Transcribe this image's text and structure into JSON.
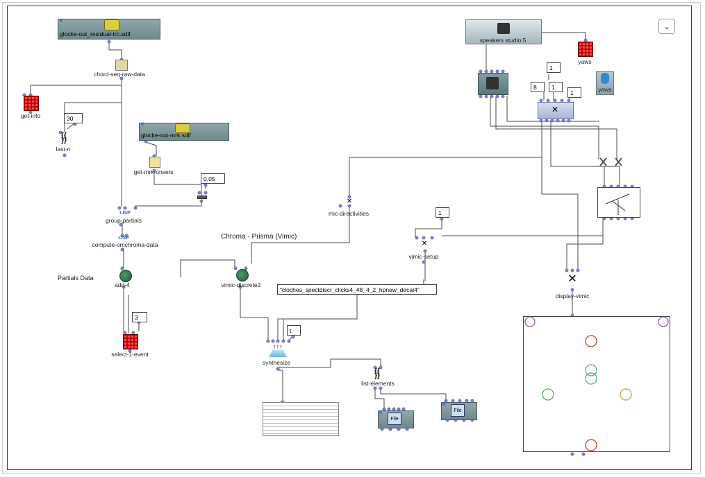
{
  "patch": {
    "sdif1": "glocke-out_residual-trc.sdif",
    "chord_seq": "chord-seq-raw-data",
    "get_info": "get-info",
    "last_n": "last-n",
    "last_n_arg": "30",
    "sdif2": "glocke-out-mrk.sdif",
    "get_mrk": "get-mrk-onsets",
    "val_005": "0.05",
    "group_partials": "group-partials",
    "compute_om": "compute-omchroma-data",
    "lisp": "LISP",
    "partials_data": "Partials Data",
    "add4": "add-4",
    "select_event": "select-1-event",
    "select_arg": "3",
    "chroma_title": "Chroma - Prisma (Vimic)",
    "vimic_discrete": "vimic-discrete2",
    "mic_dir": "mic-directivities",
    "vimic_setup": "vimic-setup",
    "setup_arg": "1",
    "filename": "\"cloches_spectdiscr_clicks4_48_4_2_hpnew_decal4\"",
    "t_arg": "t",
    "synthesize": "synthesize",
    "list_elements": "list-elements",
    "speakers": "speakers studio 5",
    "yaws1": "yaws",
    "yaws2": "yaws",
    "n1": "1",
    "n8": "8",
    "n1b": "1",
    "n1c": "1",
    "display_vimic": "display-vimic",
    "file1": "File",
    "file2": "File"
  },
  "dropdown_icon": "chevron-down-icon",
  "colors": {
    "wire": "#4a4a4a",
    "inlet": "#7f7fd1",
    "teal": "#4fa39a",
    "red": "#c0392b",
    "purple": "#8e44ad",
    "green": "#4caf50",
    "olive": "#b5a534"
  }
}
